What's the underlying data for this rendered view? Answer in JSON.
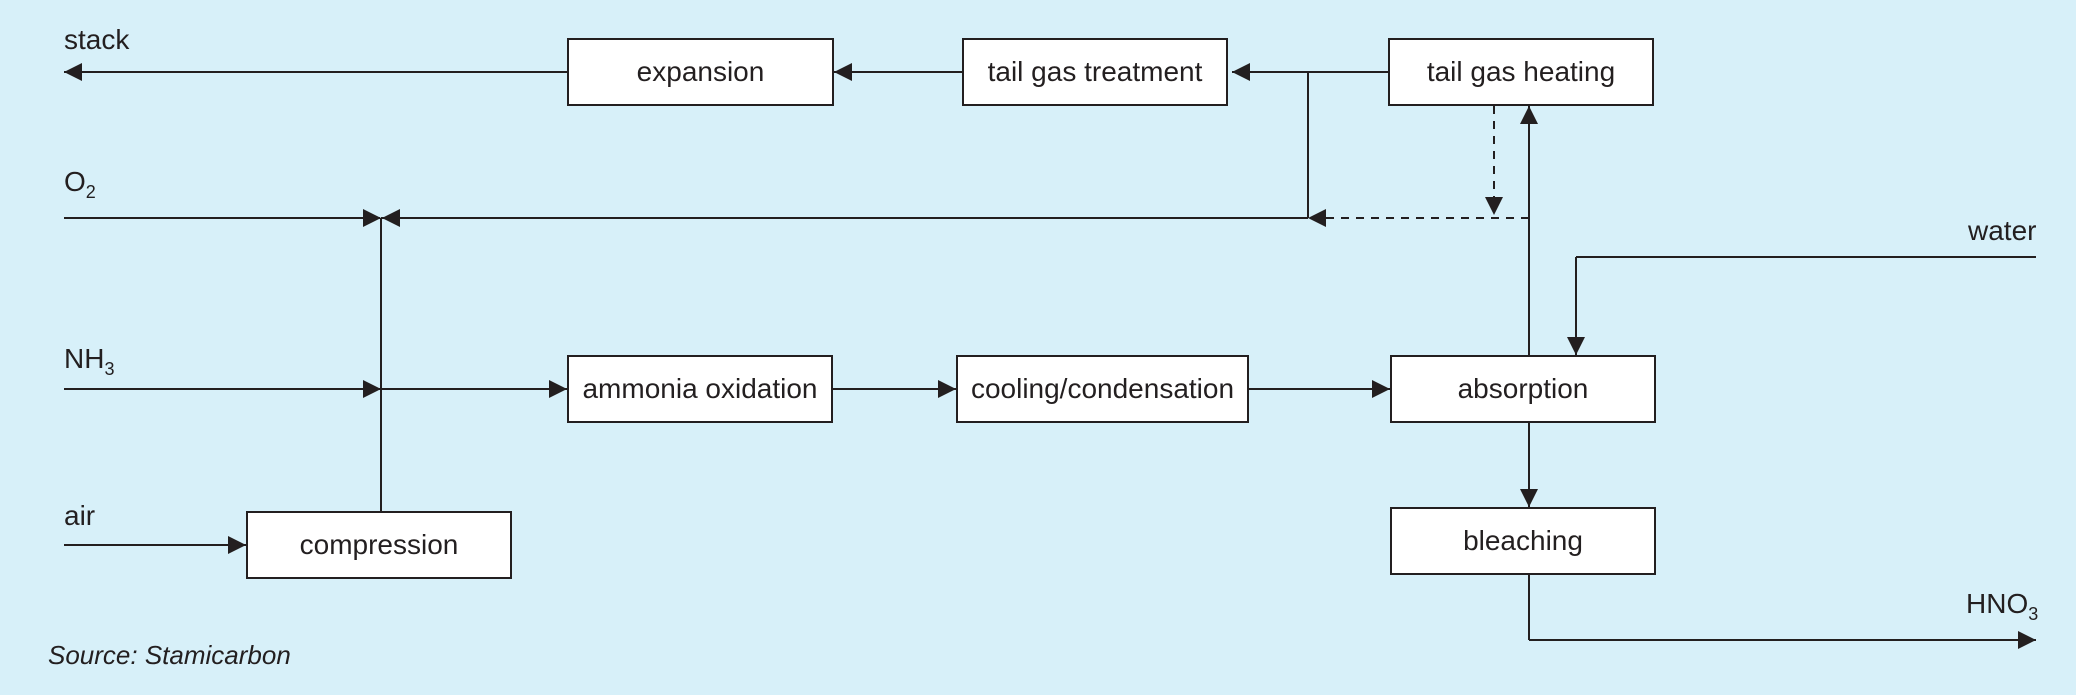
{
  "inputs": {
    "o2": {
      "main": "O",
      "sub": "2"
    },
    "nh3": {
      "main": "NH",
      "sub": "3"
    },
    "air": "air",
    "water": "water"
  },
  "outputs": {
    "stack": "stack",
    "hno3": {
      "main": "HNO",
      "sub": "3"
    }
  },
  "process_steps": {
    "expansion": "expansion",
    "tail_gas_treatment": "tail gas treatment",
    "tail_gas_heating": "tail gas heating",
    "ammonia_oxidation": "ammonia oxidation",
    "cooling_condensation": "cooling/condensation",
    "absorption": "absorption",
    "compression": "compression",
    "bleaching": "bleaching"
  },
  "source": "Source: Stamicarbon",
  "colors": {
    "background": "#d7f0f9",
    "line": "#231f20",
    "box_fill": "#ffffff"
  }
}
